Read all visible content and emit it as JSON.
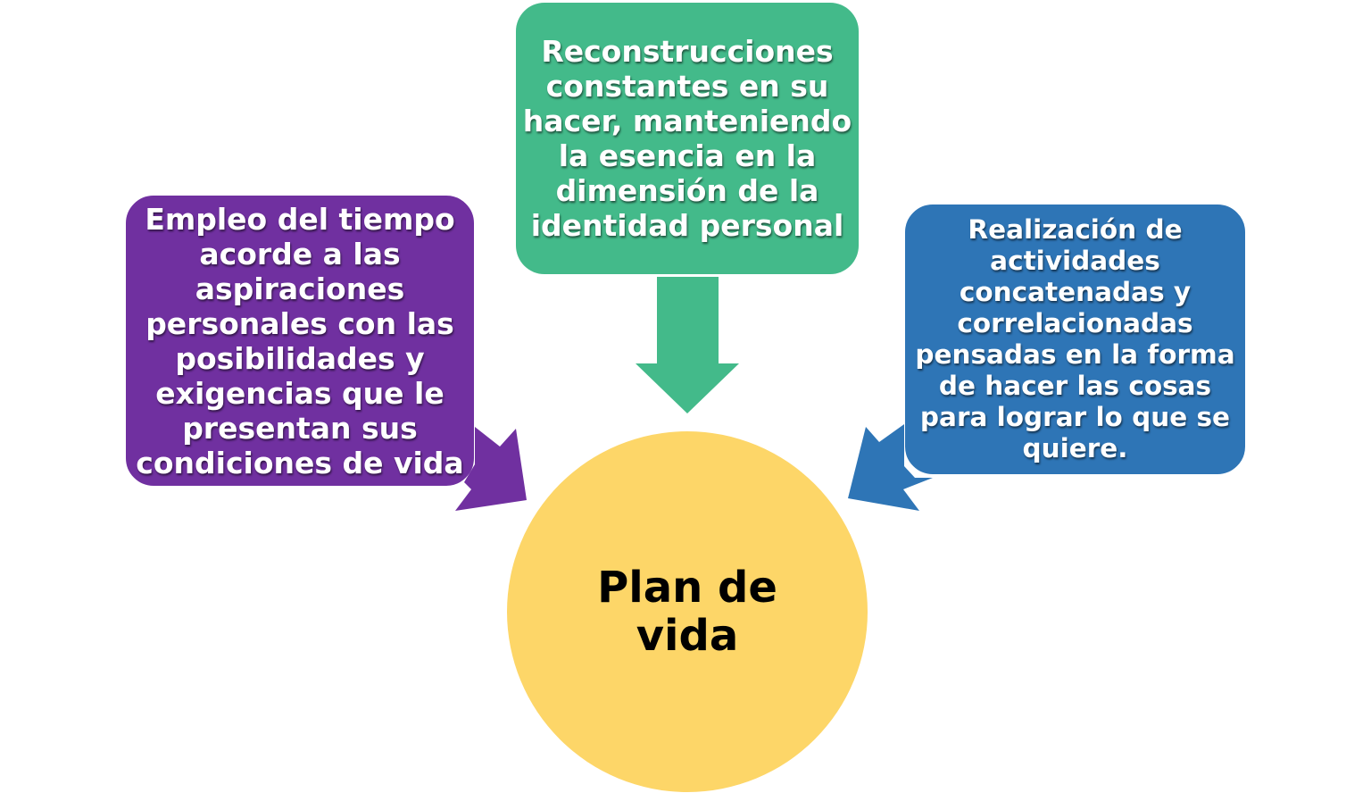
{
  "colors": {
    "purple": "#7030A0",
    "green": "#43BA8A",
    "blue": "#2E75B6",
    "yellow": "#FDD668"
  },
  "nodes": {
    "left": "Empleo del tiempo acorde a las aspiraciones personales con las posibilidades y exigencias que le presentan sus condiciones de vida",
    "top": "Reconstrucciones constantes en su hacer, manteniendo la esencia en la dimensión de la identidad personal",
    "right": "Realización de actividades concatenadas y correlacionadas pensadas en la forma de hacer las cosas para lograr lo que se quiere.",
    "center": "Plan de vida"
  }
}
